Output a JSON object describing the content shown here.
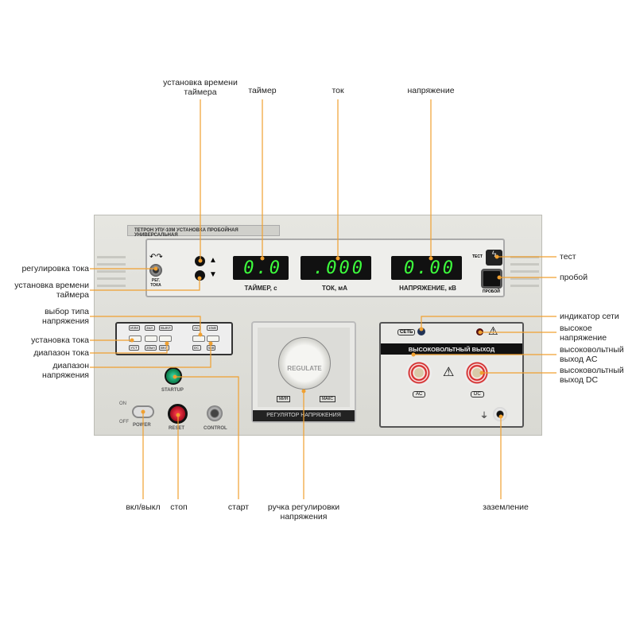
{
  "device": {
    "model_plate": "ТЕТРОН УПУ-10М УСТАНОВКА ПРОБОЙНАЯ УНИВЕРСАЛЬНАЯ",
    "knob_label": "РЕГ. ТОКА",
    "displays": [
      {
        "value": "0.0",
        "caption": "ТАЙМЕР, с"
      },
      {
        "value": ".000",
        "caption": "ТОК, мА"
      },
      {
        "value": "0.00",
        "caption": "НАПРЯЖЕНИЕ, кВ"
      }
    ],
    "test_label": "ТЕСТ",
    "breakdown_label": "ПРОБОЙ",
    "keys_top": [
      "ИЗМ",
      "2мА",
      "ВЫКЛ",
      "AC",
      "10кВ"
    ],
    "keys_bottom": [
      "УСТ",
      "20мА",
      "ВКЛ",
      "DC",
      "5кВ"
    ],
    "start_label": "STARTUP",
    "power_label": "POWER",
    "on_label": "ON",
    "off_label": "OFF",
    "reset_label": "RESET",
    "control_label": "CONTROL",
    "regulate_label": "REGULATE",
    "min_label": "МИН",
    "max_label": "МАКС",
    "regulator_title": "РЕГУЛЯТОР НАПРЯЖЕНИЯ",
    "net_label": "СЕТЬ",
    "hv_title": "ВЫСОКОВОЛЬТНЫЙ ВЫХОД",
    "ac_label": "AC",
    "dc_label": "DC"
  },
  "annotations": {
    "timer_set_top": "установка времени таймера",
    "timer": "таймер",
    "current": "ток",
    "voltage": "напряжение",
    "test": "тест",
    "breakdown": "пробой",
    "current_reg": "регулировка тока",
    "timer_set": "установка времени таймера",
    "voltage_type": "выбор типа напряжения",
    "current_set": "установка тока",
    "current_range": "диапазон тока",
    "voltage_range": "диапазон напряжения",
    "net_indicator": "индикатор сети",
    "high_voltage": "высокое напряжение",
    "hv_ac": "высоковольтный выход AC",
    "hv_dc": "высоковольтный выход DC",
    "power": "вкл/выкл",
    "stop": "стоп",
    "start": "старт",
    "regulator_knob": "ручка регулировки напряжения",
    "ground": "заземление"
  },
  "colors": {
    "accent": "#f0a030",
    "display": "#3dff3d"
  }
}
